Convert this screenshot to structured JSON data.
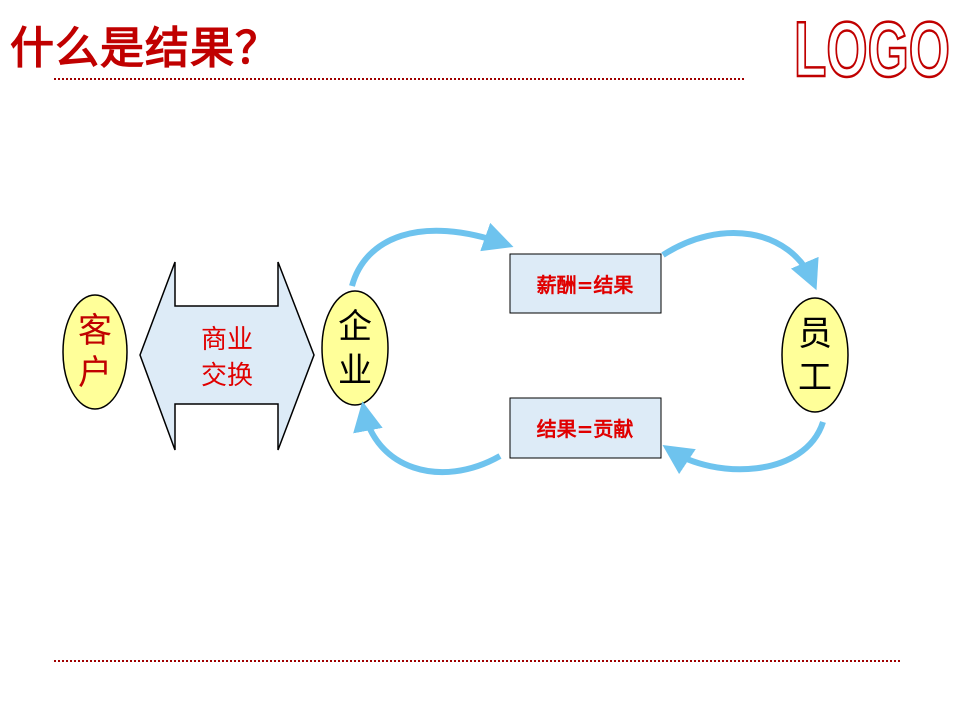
{
  "title": "什么是结果？",
  "logo": {
    "text": "LOGO",
    "color": "#c00000"
  },
  "diagram": {
    "customer": {
      "line1": "客",
      "line2": "户"
    },
    "exchange": {
      "line1": "商业",
      "line2": "交换"
    },
    "enterprise": {
      "line1": "企",
      "line2": "业"
    },
    "employee": {
      "line1": "员",
      "line2": "工"
    },
    "box_top": "薪酬=结果",
    "box_bottom": "结果=贡献"
  },
  "colors": {
    "title": "#c00000",
    "ellipse_fill": "#ffff99",
    "arrow_fill": "#ddebf7",
    "box_fill": "#ddebf7",
    "curve": "#6ec3ee",
    "accent_text": "#e00000"
  }
}
